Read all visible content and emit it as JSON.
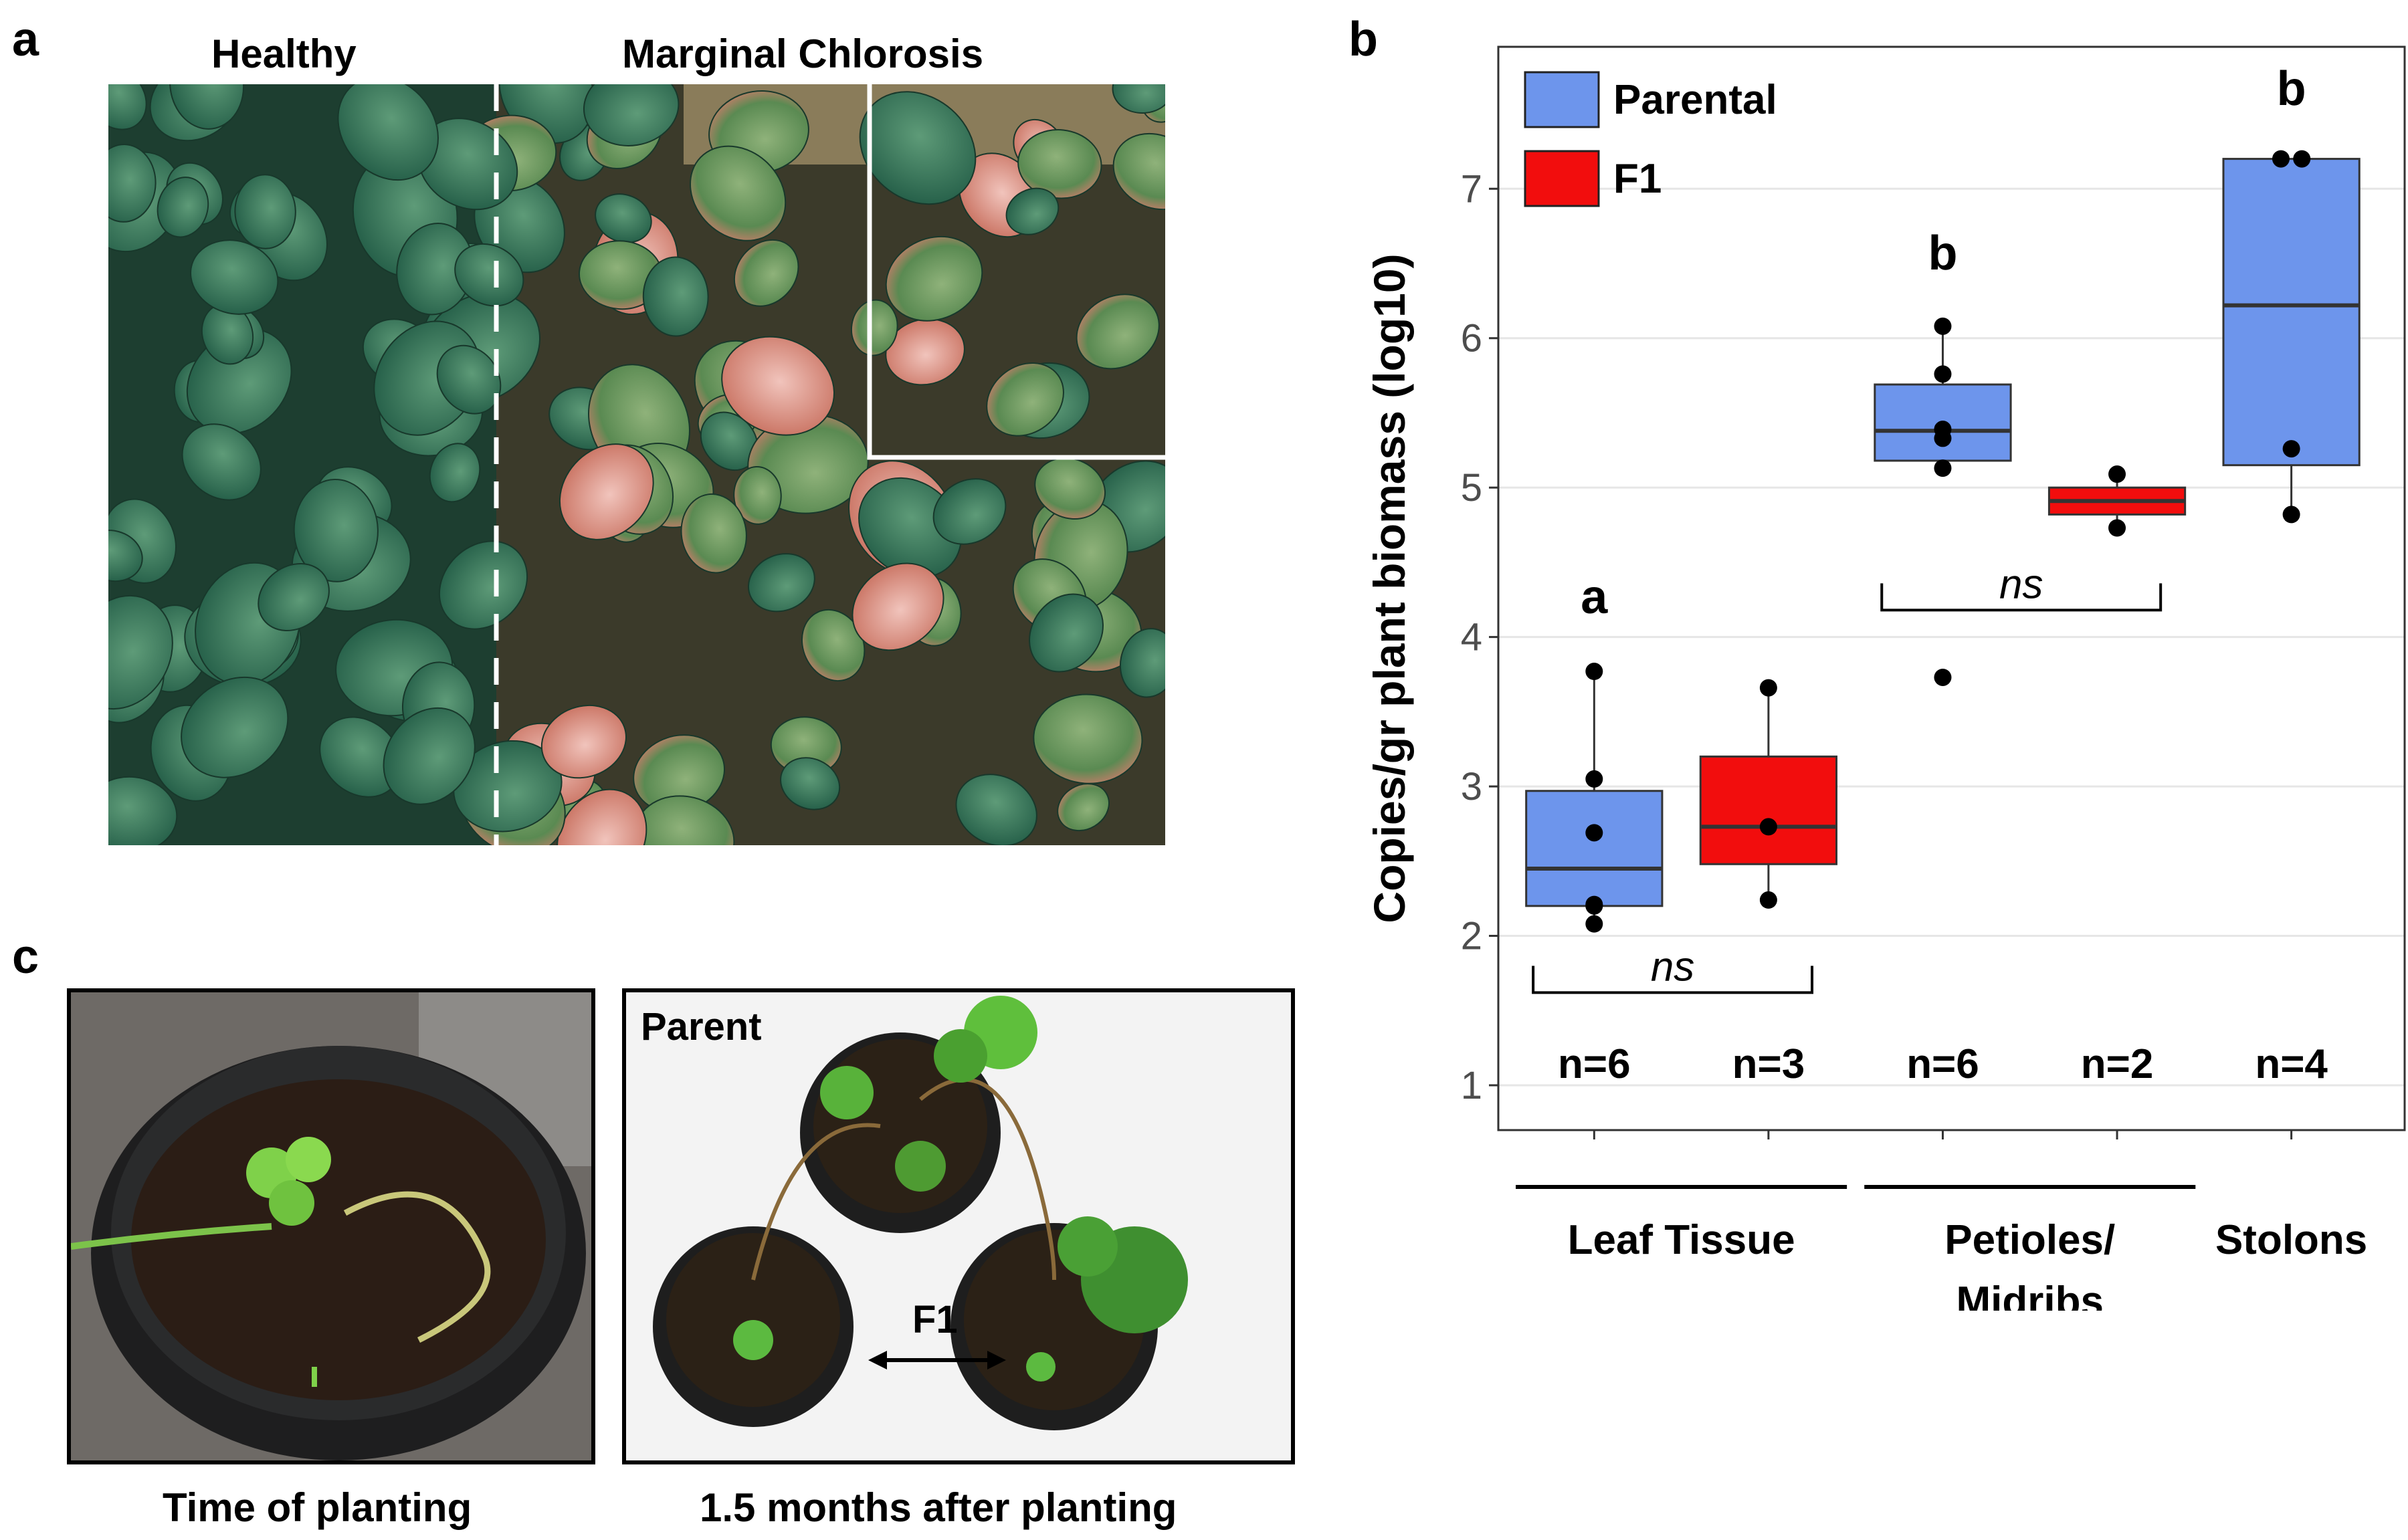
{
  "panel_a": {
    "letter": "a",
    "label_left": "Healthy",
    "label_right": "Marginal Chlorosis"
  },
  "panel_b": {
    "letter": "b"
  },
  "panel_c": {
    "letter": "c",
    "left_caption": "Time of planting",
    "right_caption": "1.5 months after planting",
    "label_parent": "Parent",
    "label_f1": "F1"
  },
  "colors": {
    "parental": "#6d95ec",
    "f1": "#f20d0d",
    "grid": "#e6e6e6",
    "leaf_dark": "#2f6f57",
    "leaf_light": "#5e9b78",
    "soil": "#2b1d15"
  },
  "chart_data": {
    "type": "box",
    "ylabel": "Copies/gr plant biomass (log10)",
    "ylim": [
      0.7,
      7.95
    ],
    "yticks": [
      1,
      2,
      3,
      4,
      5,
      6,
      7
    ],
    "legend": {
      "placement": "top-left",
      "entries": [
        {
          "name": "Parental",
          "color": "#6d95ec"
        },
        {
          "name": "F1",
          "color": "#f20d0d"
        }
      ]
    },
    "boxes": [
      {
        "x": 1,
        "series": "Parental",
        "q1": 2.2,
        "median": 2.45,
        "q3": 2.97,
        "whisker_low": 2.1,
        "whisker_high": 3.77,
        "points": [
          2.08,
          2.2,
          2.21,
          2.69,
          3.05,
          3.77
        ],
        "n_label": "n=6"
      },
      {
        "x": 2,
        "series": "F1",
        "q1": 2.48,
        "median": 2.73,
        "q3": 3.2,
        "whisker_low": 2.24,
        "whisker_high": 3.66,
        "points": [
          2.24,
          2.73,
          3.66
        ],
        "n_label": "n=3"
      },
      {
        "x": 3,
        "series": "Parental",
        "q1": 5.18,
        "median": 5.38,
        "q3": 5.69,
        "whisker_low": 5.12,
        "whisker_high": 6.08,
        "points": [
          3.73,
          5.13,
          5.33,
          5.39,
          5.76,
          6.08
        ],
        "n_label": "n=6"
      },
      {
        "x": 4,
        "series": "F1",
        "q1": 4.82,
        "median": 4.91,
        "q3": 5.0,
        "whisker_low": 4.73,
        "whisker_high": 5.09,
        "points": [
          4.73,
          5.09
        ],
        "n_label": "n=2"
      },
      {
        "x": 5,
        "series": "Parental",
        "q1": 5.15,
        "median": 6.22,
        "q3": 7.2,
        "whisker_low": 4.82,
        "whisker_high": 7.2,
        "points": [
          4.82,
          5.26,
          7.2,
          7.2
        ],
        "n_label": "n=4"
      }
    ],
    "significance_letters": [
      {
        "x": 1,
        "y": 4.16,
        "text": "a"
      },
      {
        "x": 3,
        "y": 6.46,
        "text": "b"
      },
      {
        "x": 5,
        "y": 7.56,
        "text": "b"
      }
    ],
    "ns_brackets": [
      {
        "x_from": 0.65,
        "x_to": 2.25,
        "y": 1.62,
        "text": "ns"
      },
      {
        "x_from": 2.65,
        "x_to": 4.25,
        "y": 4.18,
        "text": "ns"
      }
    ],
    "groups": [
      {
        "label_lines": [
          "Leaf Tissue"
        ],
        "x_from": 0.55,
        "x_to": 2.45,
        "center": 1.5
      },
      {
        "label_lines": [
          "Petioles/",
          "Midribs"
        ],
        "x_from": 2.55,
        "x_to": 4.45,
        "center": 3.5
      },
      {
        "label_lines": [
          "Stolons"
        ],
        "x_from": null,
        "x_to": null,
        "center": 5
      }
    ]
  }
}
